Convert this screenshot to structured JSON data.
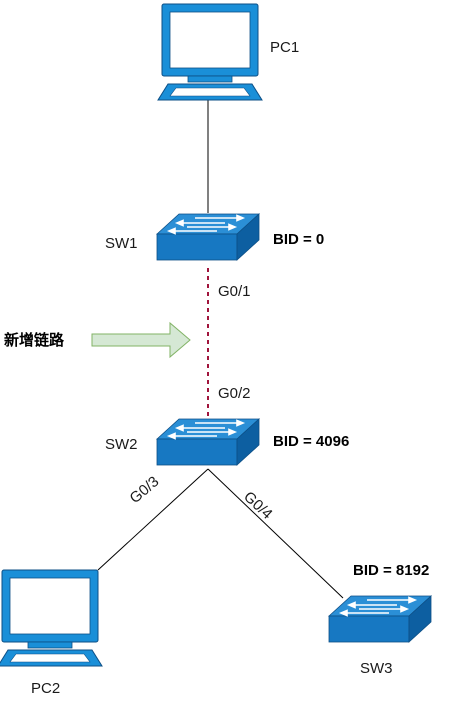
{
  "nodes": {
    "pc1": {
      "label": "PC1"
    },
    "pc2": {
      "label": "PC2"
    },
    "sw1": {
      "label": "SW1",
      "bid": "BID = 0"
    },
    "sw2": {
      "label": "SW2",
      "bid": "BID = 4096"
    },
    "sw3": {
      "label": "SW3",
      "bid": "BID = 8192"
    }
  },
  "links": {
    "sw1_sw2_top_port": "G0/1",
    "sw1_sw2_bottom_port": "G0/2",
    "sw2_pc2_port": "G0/3",
    "sw2_sw3_port": "G0/4"
  },
  "annotation": {
    "new_link": "新增链路"
  },
  "colors": {
    "switch_top": "#2b8fd6",
    "switch_front": "#1778c2",
    "switch_side": "#0d5fa1",
    "pc_body": "#1a8fd8",
    "new_link_dash": "#a0143c",
    "arrow_fill": "#d5e8d4",
    "arrow_stroke": "#82b366"
  }
}
